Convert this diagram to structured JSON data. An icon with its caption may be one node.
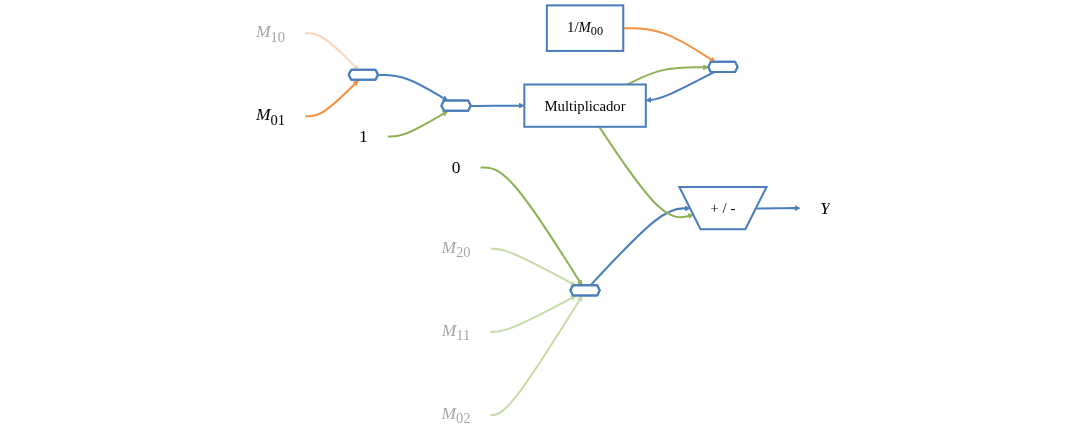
{
  "diagram": {
    "nodes": [
      {
        "text": [
          "*M*$_{10}$"
        ]
      },
      {
        "text": [
          "*M*$_{01}$"
        ]
      },
      {
        "text": [],
        "shape": "pentagon"
      },
      {
        "text": [
          "1"
        ]
      },
      {
        "text": [],
        "shape": "pentagon"
      },
      {
        "text": [
          "1/*M*$_{00}$"
        ]
      },
      {
        "text": [],
        "shape": "pentagon"
      },
      {
        "text": [
          "Multiplicador"
        ]
      },
      {
        "text": [
          "0"
        ]
      },
      {
        "text": [
          "*M*$_{20}$"
        ]
      },
      {
        "text": [
          "*M*$_{11}$"
        ]
      },
      {
        "text": [
          "*M*$_{02}$"
        ]
      },
      {
        "text": [],
        "shape": "pentagon"
      },
      {
        "text": [
          "+ / -"
        ]
      },
      {
        "text": [
          "*Y*"
        ]
      }
    ],
    "edges": [
      {
        "from": 0,
        "to": 2,
        "arrow": "to",
        "color": "#f9d5b8"
      },
      {
        "from": 1,
        "to": 2,
        "arrow": "to",
        "color": "#f4913f"
      },
      {
        "from": 2,
        "to": 4,
        "arrow": "to"
      },
      {
        "from": 3,
        "to": 4,
        "arrow": "to",
        "color": "#8db255"
      },
      {
        "from": 4,
        "to": 7,
        "arrow": "to"
      },
      {
        "from": 5,
        "to": 6,
        "arrow": "to",
        "color": "#f4913f"
      },
      {
        "from": 7,
        "to": 6,
        "arrow": "to",
        "color": "#8db255"
      },
      {
        "from": 6,
        "to": 7,
        "arrow": "to"
      },
      {
        "from": 8,
        "to": 12,
        "arrow": "to",
        "color": "#8db255"
      },
      {
        "from": 9,
        "to": 12,
        "arrow": "to",
        "color": "#c6dba8"
      },
      {
        "from": 10,
        "to": 12,
        "arrow": "to",
        "color": "#c6dba8"
      },
      {
        "from": 11,
        "to": 12,
        "arrow": "to",
        "color": "#c6dba8"
      },
      {
        "from": 12,
        "to": 13,
        "arrow": "to"
      },
      {
        "from": 7,
        "to": 13,
        "arrow": "to",
        "color": "#8db255"
      },
      {
        "from": 13,
        "to": 14,
        "arrow": "to"
      }
    ]
  }
}
